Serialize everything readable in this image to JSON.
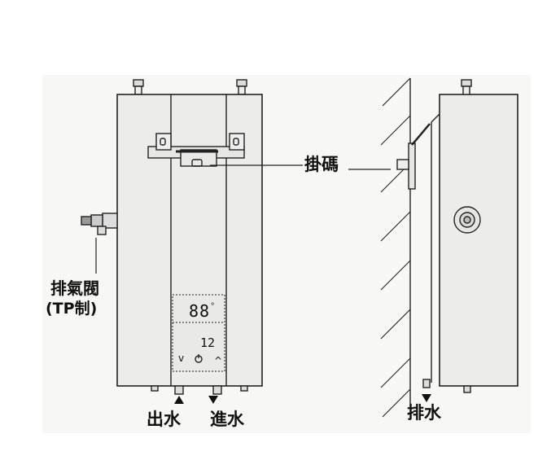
{
  "labels": {
    "hanger": "掛碼",
    "relief_valve_line1": "排氣閥",
    "relief_valve_line2": "(TP制)",
    "outlet": "出水",
    "inlet": "進水",
    "drain": "排水"
  },
  "display": {
    "temperature": "88",
    "temperature_unit": "°",
    "timer": "12",
    "button_down": "v",
    "button_up": "^"
  }
}
